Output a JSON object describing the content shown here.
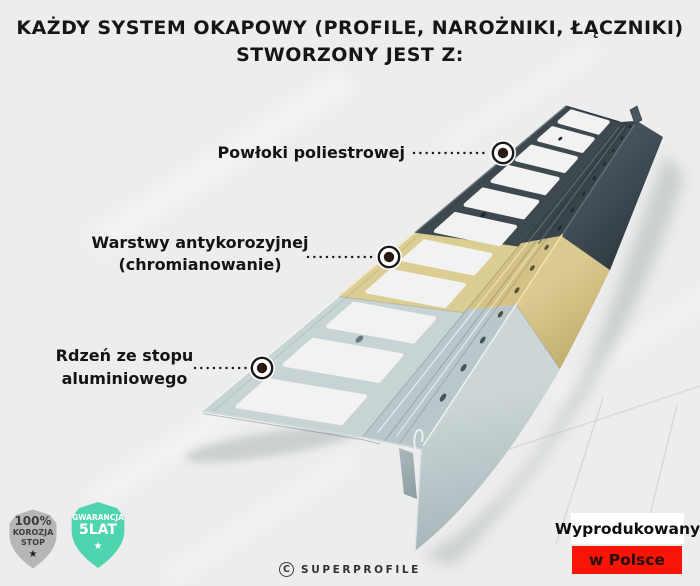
{
  "title": {
    "line1": "KAŻDY SYSTEM OKAPOWY (PROFILE, NAROŻNIKI, ŁĄCZNIKI)",
    "line2": "STWORZONY JEST Z:"
  },
  "callouts": [
    {
      "label": "Powłoki poliestrowej"
    },
    {
      "label_line1": "Warstwy antykorozyjnej",
      "label_line2": "(chromianowanie)"
    },
    {
      "label_line1": "Rdzeń ze stopu",
      "label_line2": "aluminiowego"
    }
  ],
  "badges": {
    "korozja": {
      "line1": "100%",
      "line2": "KOROZJA",
      "line3": "STOP",
      "star": "★"
    },
    "gwarancja": {
      "line1": "GWARANCJA",
      "line2": "5LAT",
      "star": "★"
    }
  },
  "made_in": {
    "line1": "Wyprodukowany",
    "line2": "w Polsce"
  },
  "footer": {
    "copyright_symbol": "C",
    "brand": "SUPERPROFILE"
  },
  "colors": {
    "background": "#ecedec",
    "ink": "#161616",
    "badge_silver": "#b5b6b5",
    "badge_teal": "#4fd4b0",
    "made_in_red": "#f91408",
    "plate_light": "#c8d3d5",
    "plate_tan": "#dccd92",
    "plate_dark": "#3e494f",
    "strip_light": "#bac7ca",
    "strip_tan": "#d3c285",
    "strip_dark": "#39444b",
    "flange_light_a": "#ccd6d8",
    "flange_light_b": "#a8b6b9",
    "flange_tan_a": "#dbca90",
    "flange_tan_b": "#bda96a",
    "flange_dark_a": "#46525a",
    "flange_dark_b": "#2b353c",
    "hole": "#f1f2f1",
    "shadow": "#a7afb1"
  }
}
